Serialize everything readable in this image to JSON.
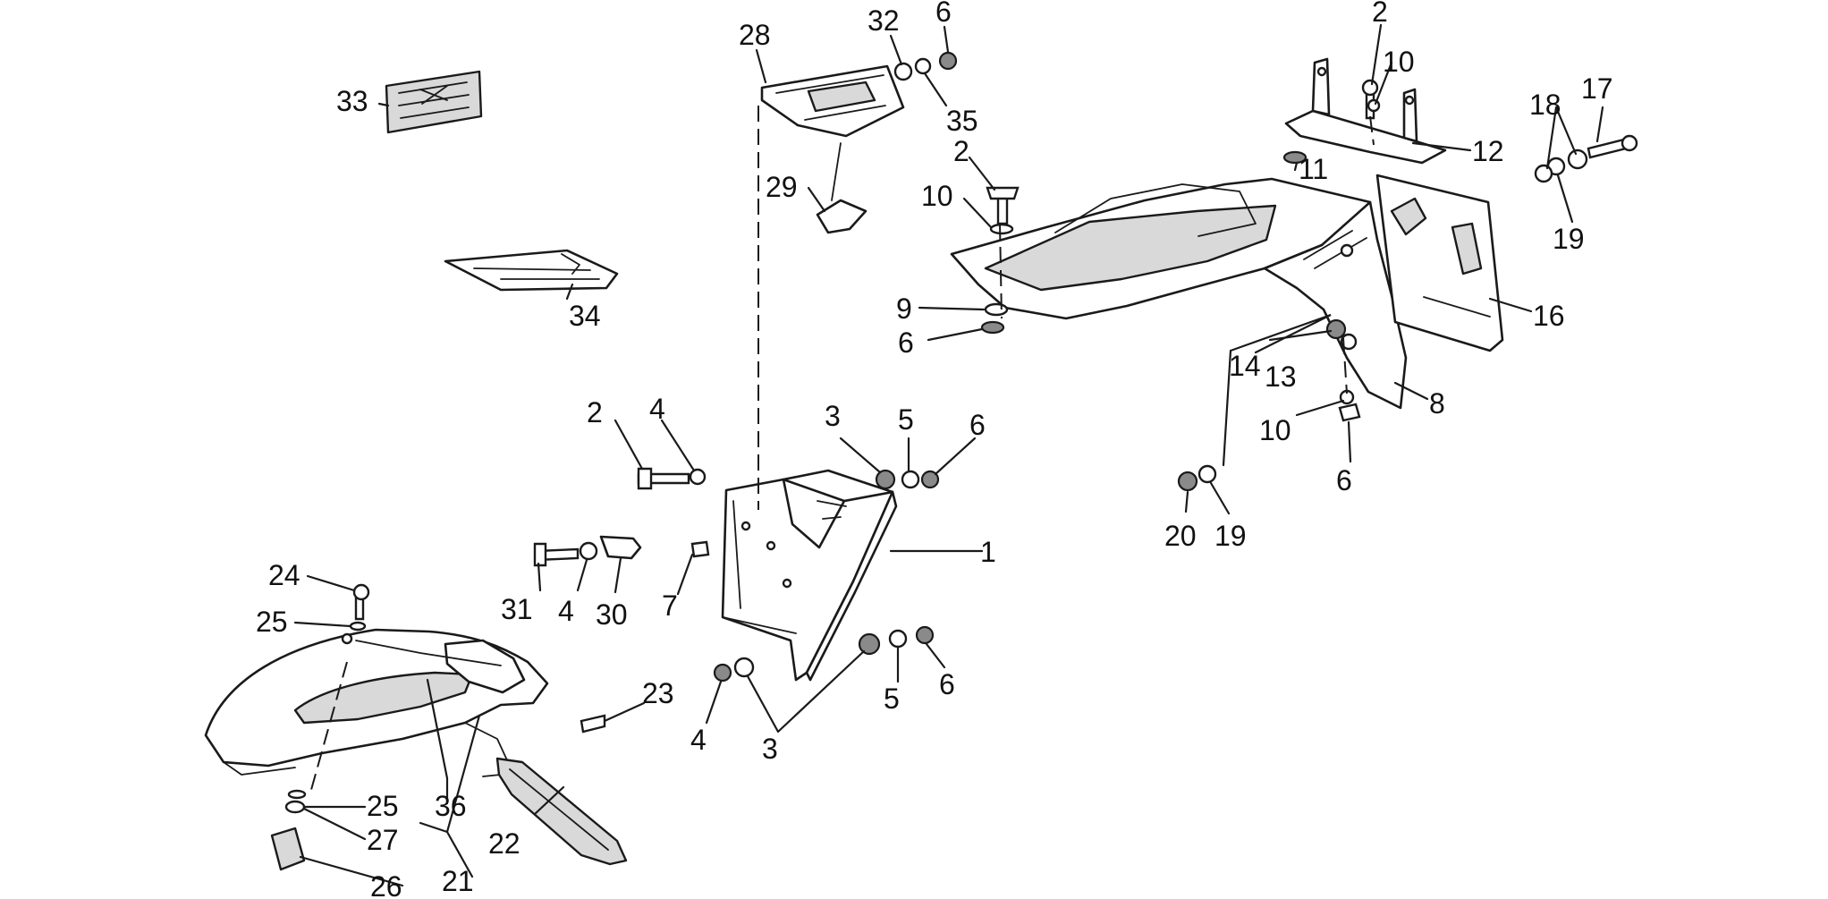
{
  "colors": {
    "ink": "#1a1a1a",
    "background": "#ffffff",
    "shade": "#d9d9d9",
    "hardware_dark": "#8a8a8a"
  },
  "callouts": {
    "c1": "1",
    "c2a": "2",
    "c2b": "2",
    "c2c": "2",
    "c3a": "3",
    "c3b": "3",
    "c4a": "4",
    "c4b": "4",
    "c4c": "4",
    "c5a": "5",
    "c5b": "5",
    "c6a": "6",
    "c6b": "6",
    "c6c": "6",
    "c6d": "6",
    "c6e": "6",
    "c7": "7",
    "c8": "8",
    "c9": "9",
    "c10a": "10",
    "c10b": "10",
    "c10c": "10",
    "c11": "11",
    "c12": "12",
    "c13": "13",
    "c14": "14",
    "c16": "16",
    "c17": "17",
    "c18": "18",
    "c19a": "19",
    "c19b": "19",
    "c20": "20",
    "c21": "21",
    "c22": "22",
    "c23": "23",
    "c24": "24",
    "c25a": "25",
    "c25b": "25",
    "c26": "26",
    "c27": "27",
    "c28": "28",
    "c29": "29",
    "c30": "30",
    "c31": "31",
    "c32": "32",
    "c33": "33",
    "c34": "34",
    "c35": "35",
    "c36": "36"
  }
}
